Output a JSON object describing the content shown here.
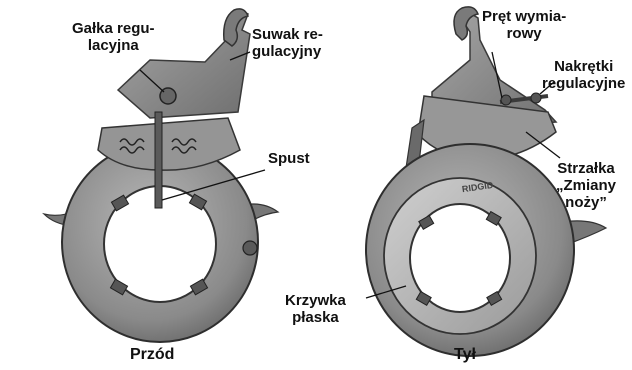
{
  "labels": {
    "knob": [
      "Gałka regu-",
      "lacyjna"
    ],
    "slider": [
      "Suwak re-",
      "gulacyjny"
    ],
    "trigger": [
      "Spust"
    ],
    "rod": [
      "Pręt wymia-",
      "rowy"
    ],
    "nuts": [
      "Nakrętki",
      "regulacyjne"
    ],
    "arrow": [
      "Strzałka",
      "„Zmiany",
      "noży”"
    ],
    "cam": [
      "Krzywka",
      "płaska"
    ]
  },
  "captions": {
    "front": "Przód",
    "back": "Tył"
  },
  "brand_engraving": "RIDGID"
}
